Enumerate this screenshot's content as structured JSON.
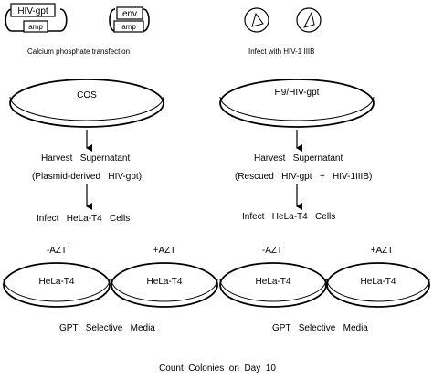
{
  "plasmids": {
    "hiv_gpt": {
      "name": "HIV-gpt",
      "marker": "amp"
    },
    "env": {
      "name": "env",
      "marker": "amp"
    }
  },
  "left_branch": {
    "transfection_caption": "Calcium phosphate transfection",
    "dish_label": "COS",
    "harvest": "Harvest   Supernatant",
    "harvest_detail": "(Plasmid-derived   HIV-gpt)",
    "infect": "Infect   HeLa-T4   Cells",
    "conditions": [
      "-AZT",
      "+AZT"
    ],
    "cell_dish_label": "HeLa-T4",
    "media": "GPT   Selective   Media"
  },
  "right_branch": {
    "infection_caption": "Infect  with  HIV-1  IIIB",
    "dish_label": "H9/HIV-gpt",
    "harvest": "Harvest   Supernatant",
    "harvest_detail": "(Rescued   HIV-gpt   +   HIV-1IIIB)",
    "infect": "Infect   HeLa-T4   Cells",
    "conditions": [
      "-AZT",
      "+AZT"
    ],
    "cell_dish_label": "HeLa-T4",
    "media": "GPT   Selective   Media"
  },
  "footer": "Count  Colonies  on  Day  10"
}
